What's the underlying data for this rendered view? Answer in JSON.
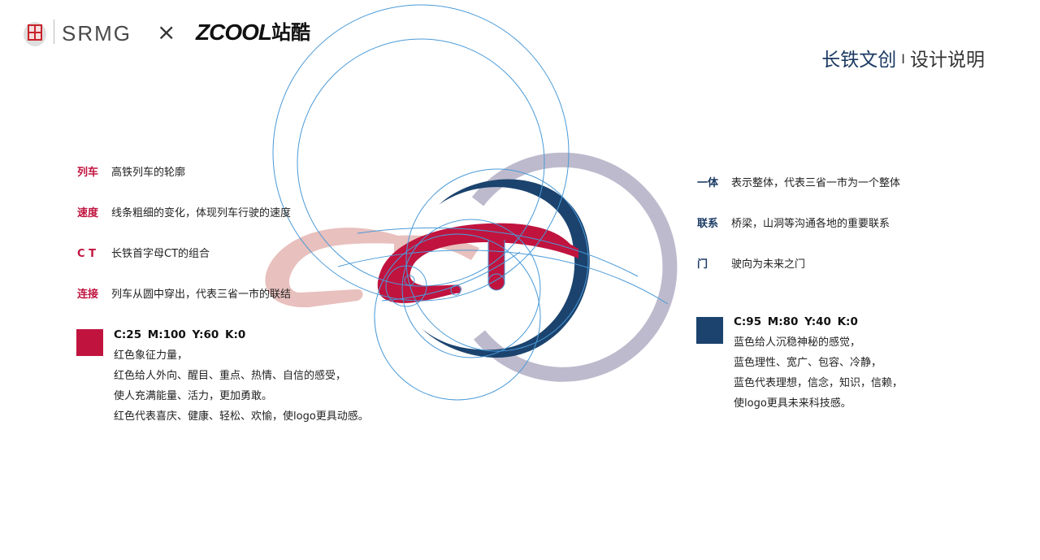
{
  "header": {
    "brand_left": "SRMG",
    "separator": "×",
    "brand_right_latin": "ZCOOL",
    "brand_right_cn": "站酷",
    "seal_icon": "seal-icon"
  },
  "title": {
    "primary": "长铁文创",
    "separator": "I",
    "secondary": "设计说明"
  },
  "left_items": [
    {
      "key": "列车",
      "text": "高铁列车的轮廓"
    },
    {
      "key": "速度",
      "text": "线条粗细的变化，体现列车行驶的速度"
    },
    {
      "key": "C T",
      "text": "长铁首字母CT的组合"
    },
    {
      "key": "连接",
      "text": "列车从圆中穿出，代表三省一市的联结"
    }
  ],
  "right_items": [
    {
      "key": "一体",
      "text": "表示整体，代表三省一市为一个整体"
    },
    {
      "key": "联系",
      "text": "桥梁，山洞等沟通各地的重要联系"
    },
    {
      "key": "门",
      "text": "驶向为未来之门"
    }
  ],
  "red_color": {
    "hex": "#c0143f",
    "cmyk": "C:25  M:100  Y:60  K:0",
    "lines": [
      "红色象征力量，",
      "红色给人外向、醒目、重点、热情、自信的感受，",
      "使人充满能量、活力，更加勇敢。",
      "红色代表喜庆、健康、轻松、欢愉，使logo更具动感。"
    ]
  },
  "blue_color": {
    "hex": "#1b436e",
    "cmyk": "C:95  M:80  Y:40  K:0",
    "lines": [
      "蓝色给人沉稳神秘的感觉，",
      "蓝色理性、宽广、包容、冷静，",
      "蓝色代表理想，信念，知识，信赖，",
      "使logo更具未来科技感。"
    ]
  },
  "colors": {
    "accent_red": "#c0143f",
    "accent_blue": "#1b436e",
    "pale_red": "#e8c0bd",
    "pale_gray": "#bdbacd",
    "guide_line": "#4a9ad8"
  }
}
